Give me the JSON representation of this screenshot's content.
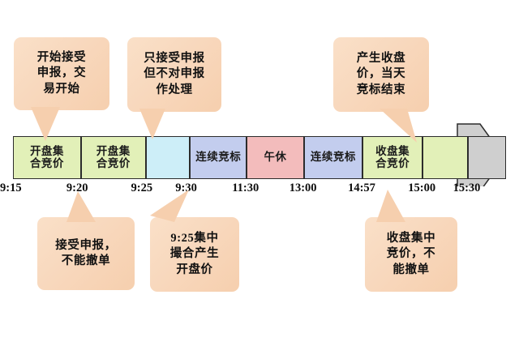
{
  "diagram": {
    "title_text": "",
    "colors": {
      "bubble_fill": "#f8d8bd",
      "segment_green": "#e2f0b8",
      "segment_cyan": "#cdeef8",
      "segment_blue": "#c3cdee",
      "segment_pink": "#f3bcbc",
      "segment_gray": "#cfcfcf",
      "outline": "#2c2c2c",
      "text": "#111111"
    },
    "timeline": {
      "name": "trading-session-timeline",
      "segments": [
        {
          "id": "seg-0915-0920",
          "label": "开盘集\n合竞价",
          "color": "#e2f0b8",
          "start_pct": 0.0,
          "end_pct": 13.8
        },
        {
          "id": "seg-0920-0925",
          "label": "开盘集\n合竞价",
          "color": "#e2f0b8",
          "start_pct": 13.8,
          "end_pct": 26.9
        },
        {
          "id": "seg-0925-0930",
          "label": "",
          "color": "#cdeef8",
          "start_pct": 26.9,
          "end_pct": 35.9
        },
        {
          "id": "seg-0930-1130",
          "label": "连续竞标",
          "color": "#c3cdee",
          "start_pct": 35.9,
          "end_pct": 47.4
        },
        {
          "id": "seg-1130-1300",
          "label": "午休",
          "color": "#f3bcbc",
          "start_pct": 47.4,
          "end_pct": 59.0
        },
        {
          "id": "seg-1300-1457",
          "label": "连续竞标",
          "color": "#c3cdee",
          "start_pct": 59.0,
          "end_pct": 70.9
        },
        {
          "id": "seg-1457-1500",
          "label": "收盘集\n合竞价",
          "color": "#e2f0b8",
          "start_pct": 70.9,
          "end_pct": 83.1
        },
        {
          "id": "seg-1500-1530",
          "label": "",
          "color": "#e2f0b8",
          "start_pct": 83.1,
          "end_pct": 92.2
        },
        {
          "id": "seg-after-1530",
          "label": "",
          "color": "#cfcfcf",
          "start_pct": 92.2,
          "end_pct": 100.0
        }
      ],
      "ticks": [
        {
          "id": "tick-0915",
          "label": "9:15",
          "pos_pct": 0.0
        },
        {
          "id": "tick-0920",
          "label": "9:20",
          "pos_pct": 13.8
        },
        {
          "id": "tick-0925",
          "label": "9:25",
          "pos_pct": 26.9
        },
        {
          "id": "tick-0930",
          "label": "9:30",
          "pos_pct": 35.9
        },
        {
          "id": "tick-1130",
          "label": "11:30",
          "pos_pct": 47.4
        },
        {
          "id": "tick-1300",
          "label": "13:00",
          "pos_pct": 59.0
        },
        {
          "id": "tick-1457",
          "label": "14:57",
          "pos_pct": 70.9
        },
        {
          "id": "tick-1500",
          "label": "15:00",
          "pos_pct": 83.1
        },
        {
          "id": "tick-1530",
          "label": "15:30",
          "pos_pct": 92.2
        }
      ]
    },
    "callouts_top": [
      {
        "id": "callout-open-accept",
        "text": "开始接受\n申报，交\n易开始"
      },
      {
        "id": "callout-accept-only",
        "text": "只接受申报\n但不对申报\n作处理"
      },
      {
        "id": "callout-close-price",
        "text": "产生收盘\n价，当天\n竞标结束"
      }
    ],
    "callouts_bottom": [
      {
        "id": "callout-no-cancel",
        "text": "接受申报，\n不能撤单"
      },
      {
        "id": "callout-0925-match",
        "text": "9:25集中\n撮合产生\n开盘价"
      },
      {
        "id": "callout-close-no-cancel",
        "text": "收盘集中\n竞价，不\n能撤单"
      }
    ]
  }
}
